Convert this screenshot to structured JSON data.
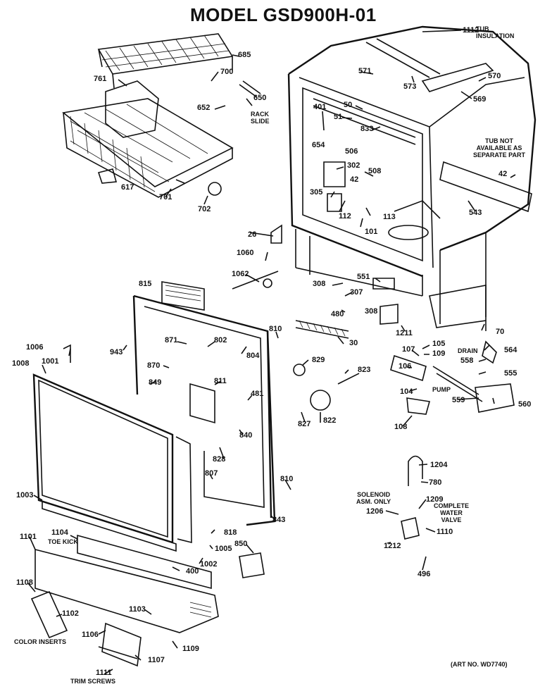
{
  "title": "MODEL GSD900H-01",
  "art_no": "(ART NO. WD7740)",
  "captions": {
    "tub_insulation": [
      "TUB",
      "INSULATION"
    ],
    "tub_not_available": [
      "TUB NOT",
      "AVAILABLE AS",
      "SEPARATE PART"
    ],
    "rack_slide": [
      "RACK",
      "SLIDE"
    ],
    "drain": "DRAIN",
    "pump": "PUMP",
    "toe_kick": "TOE KICK",
    "color_inserts": "COLOR INSERTS",
    "trim_screws": "TRIM SCREWS",
    "solenoid": [
      "SOLENOID",
      "ASM. ONLY"
    ],
    "complete_valve": [
      "COMPLETE",
      "WATER",
      "VALVE"
    ]
  },
  "parts": [
    {
      "id": "p1112",
      "label": "1112"
    },
    {
      "id": "p685",
      "label": "685"
    },
    {
      "id": "p700",
      "label": "700"
    },
    {
      "id": "p761",
      "label": "761"
    },
    {
      "id": "p652",
      "label": "652"
    },
    {
      "id": "p650",
      "label": "650"
    },
    {
      "id": "p571",
      "label": "571"
    },
    {
      "id": "p573",
      "label": "573"
    },
    {
      "id": "p570",
      "label": "570"
    },
    {
      "id": "p569",
      "label": "569"
    },
    {
      "id": "p401",
      "label": "401"
    },
    {
      "id": "p50",
      "label": "50"
    },
    {
      "id": "p51",
      "label": "51"
    },
    {
      "id": "p833",
      "label": "833"
    },
    {
      "id": "p654",
      "label": "654"
    },
    {
      "id": "p506",
      "label": "506"
    },
    {
      "id": "p302",
      "label": "302"
    },
    {
      "id": "p508",
      "label": "508"
    },
    {
      "id": "p42a",
      "label": "42"
    },
    {
      "id": "p42b",
      "label": "42"
    },
    {
      "id": "p305",
      "label": "305"
    },
    {
      "id": "p112",
      "label": "112"
    },
    {
      "id": "p113",
      "label": "113"
    },
    {
      "id": "p543",
      "label": "543"
    },
    {
      "id": "p101",
      "label": "101"
    },
    {
      "id": "p617",
      "label": "617"
    },
    {
      "id": "p701",
      "label": "701"
    },
    {
      "id": "p702",
      "label": "702"
    },
    {
      "id": "p26",
      "label": "26"
    },
    {
      "id": "p1060",
      "label": "1060"
    },
    {
      "id": "p1062",
      "label": "1062"
    },
    {
      "id": "p551",
      "label": "551"
    },
    {
      "id": "p308a",
      "label": "308"
    },
    {
      "id": "p307",
      "label": "307"
    },
    {
      "id": "p308b",
      "label": "308"
    },
    {
      "id": "p815",
      "label": "815"
    },
    {
      "id": "p480",
      "label": "480"
    },
    {
      "id": "p1211",
      "label": "1211"
    },
    {
      "id": "p70",
      "label": "70"
    },
    {
      "id": "p810a",
      "label": "810"
    },
    {
      "id": "p30",
      "label": "30"
    },
    {
      "id": "p871",
      "label": "871"
    },
    {
      "id": "p802",
      "label": "802"
    },
    {
      "id": "p804",
      "label": "804"
    },
    {
      "id": "p943",
      "label": "943"
    },
    {
      "id": "p1006",
      "label": "1006"
    },
    {
      "id": "p1008",
      "label": "1008"
    },
    {
      "id": "p1001",
      "label": "1001"
    },
    {
      "id": "p870",
      "label": "870"
    },
    {
      "id": "p849",
      "label": "849"
    },
    {
      "id": "p811",
      "label": "811"
    },
    {
      "id": "p829",
      "label": "829"
    },
    {
      "id": "p823",
      "label": "823"
    },
    {
      "id": "p107",
      "label": "107"
    },
    {
      "id": "p105",
      "label": "105"
    },
    {
      "id": "p109",
      "label": "109"
    },
    {
      "id": "p564",
      "label": "564"
    },
    {
      "id": "p558",
      "label": "558"
    },
    {
      "id": "p555",
      "label": "555"
    },
    {
      "id": "p106",
      "label": "106"
    },
    {
      "id": "p104",
      "label": "104"
    },
    {
      "id": "p559",
      "label": "559"
    },
    {
      "id": "p560",
      "label": "560"
    },
    {
      "id": "p481",
      "label": "481"
    },
    {
      "id": "p840",
      "label": "840"
    },
    {
      "id": "p827",
      "label": "827"
    },
    {
      "id": "p822",
      "label": "822"
    },
    {
      "id": "p108",
      "label": "108"
    },
    {
      "id": "p828",
      "label": "828"
    },
    {
      "id": "p1204",
      "label": "1204"
    },
    {
      "id": "p780",
      "label": "780"
    },
    {
      "id": "p1003",
      "label": "1003"
    },
    {
      "id": "p807",
      "label": "807"
    },
    {
      "id": "p810b",
      "label": "810"
    },
    {
      "id": "p1209",
      "label": "1209"
    },
    {
      "id": "p1206",
      "label": "1206"
    },
    {
      "id": "p843",
      "label": "843"
    },
    {
      "id": "p1104",
      "label": "1104"
    },
    {
      "id": "p1101",
      "label": "1101"
    },
    {
      "id": "p818",
      "label": "818"
    },
    {
      "id": "p1005",
      "label": "1005"
    },
    {
      "id": "p850",
      "label": "850"
    },
    {
      "id": "p1110",
      "label": "1110"
    },
    {
      "id": "p1212",
      "label": "1212"
    },
    {
      "id": "p1002",
      "label": "1002"
    },
    {
      "id": "p400",
      "label": "400"
    },
    {
      "id": "p496",
      "label": "496"
    },
    {
      "id": "p1108",
      "label": "1108"
    },
    {
      "id": "p1102",
      "label": "1102"
    },
    {
      "id": "p1103",
      "label": "1103"
    },
    {
      "id": "p1106",
      "label": "1106"
    },
    {
      "id": "p1109",
      "label": "1109"
    },
    {
      "id": "p1107",
      "label": "1107"
    },
    {
      "id": "p1111",
      "label": "1111"
    }
  ]
}
